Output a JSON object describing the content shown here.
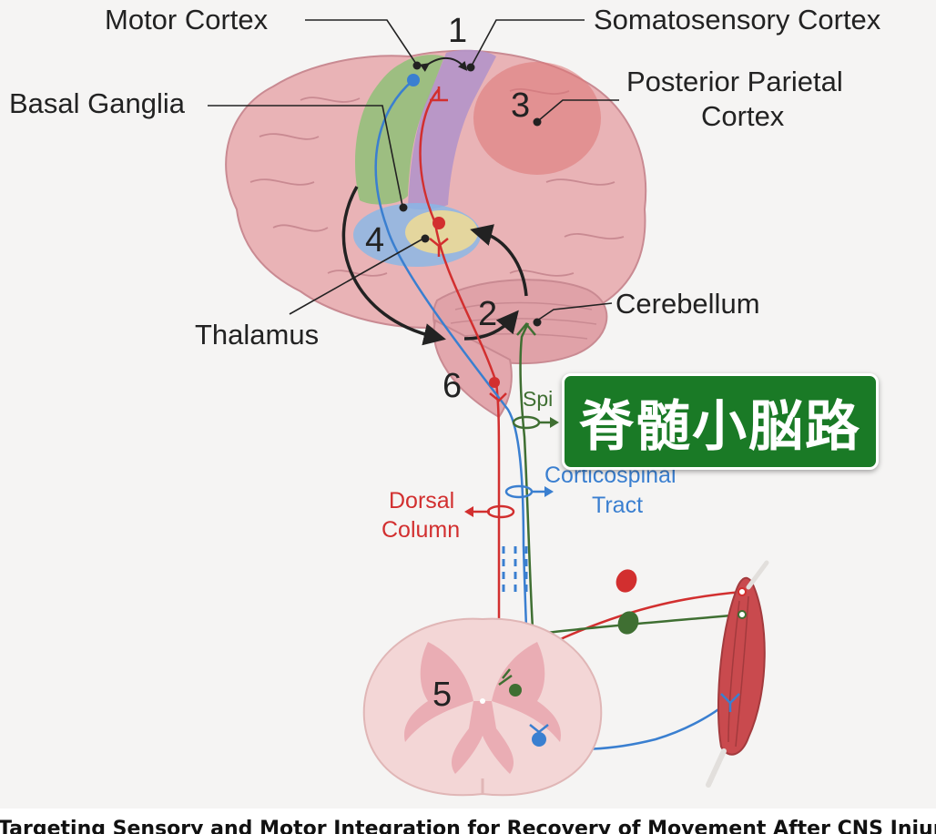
{
  "colors": {
    "background": "#f5f4f3",
    "brain": "#e9b3b6",
    "brain_fold": "#c98a92",
    "motor_cortex": "#8fbf78",
    "somatosensory_cortex": "#b493c9",
    "posterior_parietal": "#dc7474",
    "thalamus": "#e8d79a",
    "basal_ganglia": "#86b8e8",
    "sensory_red": "#d22f2f",
    "motor_blue": "#3a7fd0",
    "cerebellar_green": "#3f6f32",
    "badge": "#1a7a26"
  },
  "labels": {
    "motor_cortex": "Motor Cortex",
    "somatosensory_cortex": "Somatosensory Cortex",
    "posterior_parietal_line1": "Posterior Parietal",
    "posterior_parietal_line2": "Cortex",
    "basal_ganglia": "Basal Ganglia",
    "thalamus": "Thalamus",
    "cerebellum": "Cerebellum",
    "spino_partial": "Spi",
    "dorsal_line1": "Dorsal",
    "dorsal_line2": "Column",
    "cortico_line1": "Corticospinal",
    "cortico_line2": "Tract"
  },
  "numbers": {
    "n1": "1",
    "n2": "2",
    "n3": "3",
    "n4": "4",
    "n5": "5",
    "n6": "6"
  },
  "badge": {
    "text": "脊髄小脳路"
  },
  "caption": {
    "text": "Targeting Sensory and Motor Integration for Recovery of Movement After CNS Injuryより引用"
  }
}
